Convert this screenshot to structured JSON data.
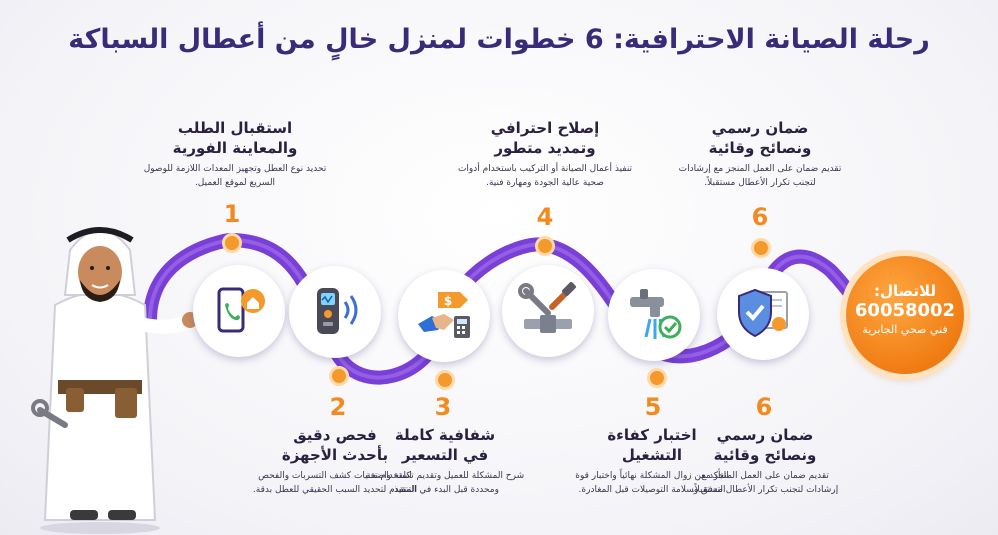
{
  "title": "رحلة الصيانة الاحترافية: 6 خطوات لمنزل خالٍ من أعطال السباكة",
  "steps": [
    {
      "number": "1",
      "title_line1": "استقبال الطلب",
      "title_line2": "والمعاينة الفورية",
      "text": "تحديد نوع العطل وتجهيز المعدات اللازمة للوصول السريع لموقع العميل.",
      "icon": "phone-home-icon"
    },
    {
      "number": "2",
      "title_line1": "فحص دقيق",
      "title_line2": "بأحدث الأجهزة",
      "text": "استخدام تقنيات كشف التسربات والفحص المتقدم لتحديد السبب الحقيقي للعطل بدقة.",
      "icon": "leak-detector-icon"
    },
    {
      "number": "3",
      "title_line1": "شفافية كاملة",
      "title_line2": "في التسعير",
      "text": "شرح المشكلة للعميل وتقديم تكلفة واضحة ومحددة قبل البدء في التنفيذ.",
      "icon": "handshake-price-icon"
    },
    {
      "number": "4",
      "title_line1": "إصلاح احترافي",
      "title_line2": "وتمديد متطور",
      "text": "تنفيذ أعمال الصيانة أو التركيب باستخدام أدوات صحية عالية الجودة ومهارة فنية.",
      "icon": "wrench-pipe-icon"
    },
    {
      "number": "5",
      "title_line1": "اختبار كفاءة",
      "title_line2": "التشغيل",
      "text": "التأكد من زوال المشكلة نهائياً واختبار قوة التدفق وسلامة التوصيلات قبل المغادرة.",
      "icon": "faucet-check-icon"
    },
    {
      "number": "6",
      "title_line1": "ضمان رسمي",
      "title_line2": "ونصائح وقائية",
      "text": "تقديم ضمان على العمل المنجز مع إرشادات لتجنب تكرار الأعطال مستقبلاً.",
      "icon": "shield-certificate-icon"
    }
  ],
  "top_step6": {
    "number": "6",
    "title_line1": "ضمان رسمي",
    "title_line2": "ونصائح وقائية",
    "text": "تقديم ضمان على العمل المنجز مع إرشادات لتجنب تكرار الأعطال مستقبلاً."
  },
  "contact": {
    "label": "للاتصال:",
    "phone": "60058002",
    "subtitle": "فني صحي الجابرية"
  },
  "colors": {
    "path": "#7a3fd6",
    "accent": "#f18a1f",
    "title": "#3a2b78"
  }
}
